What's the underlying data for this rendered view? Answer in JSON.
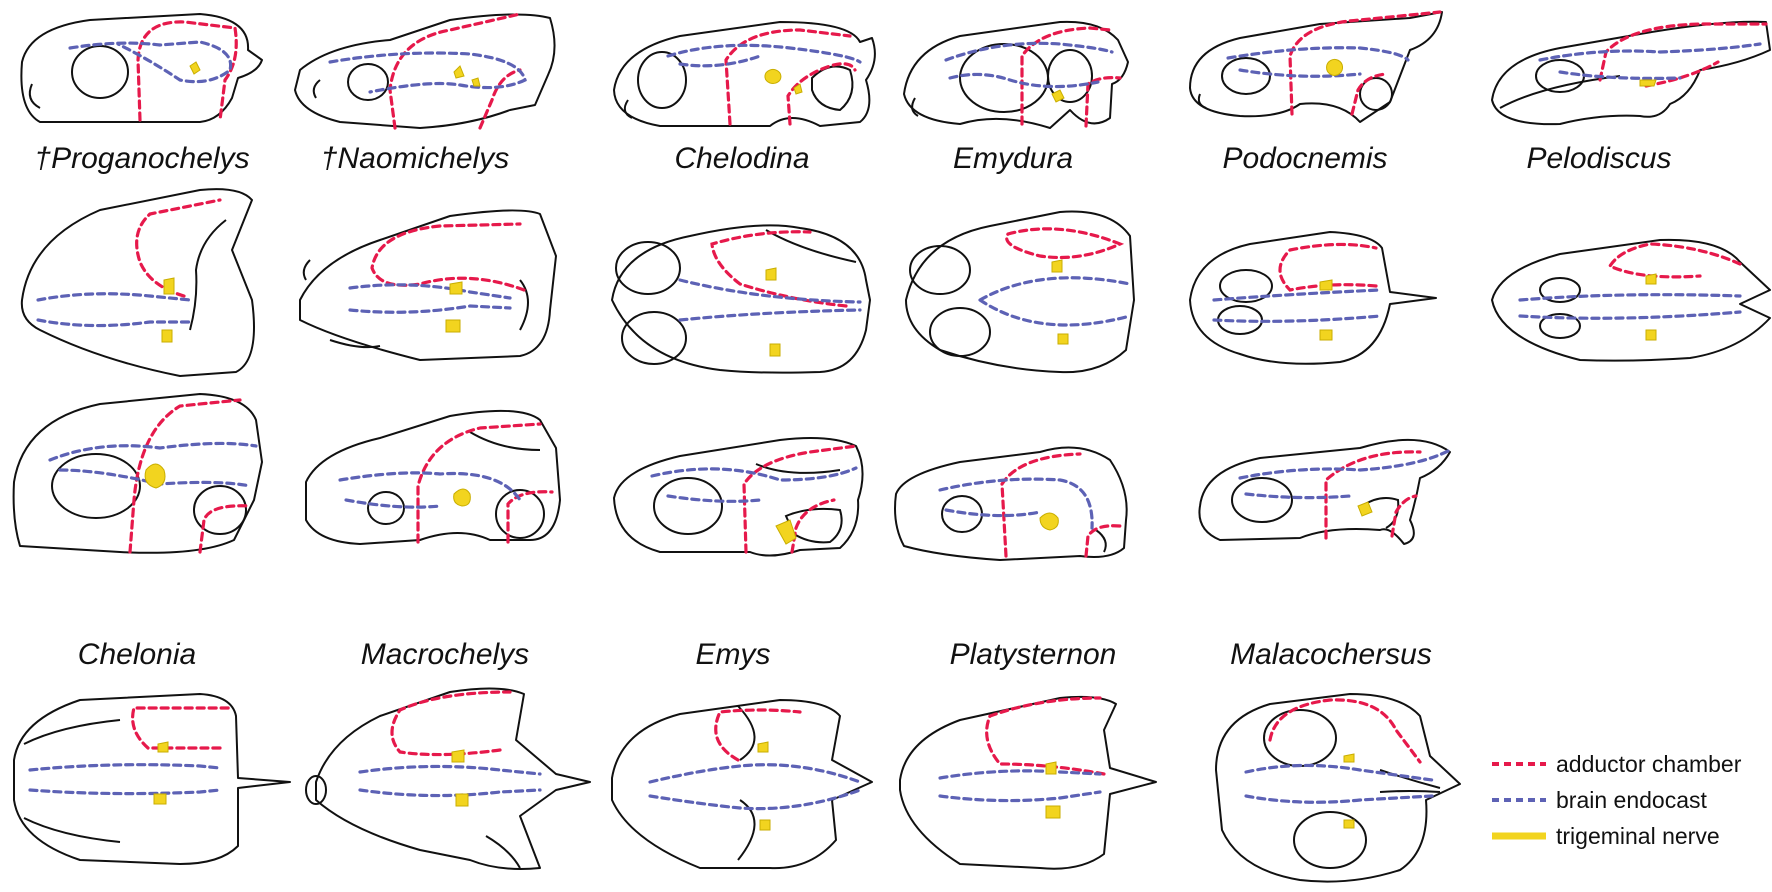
{
  "species": {
    "proganochelys": "†Proganochelys",
    "naomichelys": "†Naomichelys",
    "chelodina": "Chelodina",
    "emydura": "Emydura",
    "podocnemis": "Podocnemis",
    "pelodiscus": "Pelodiscus",
    "chelonia": "Chelonia",
    "macrochelys": "Macrochelys",
    "emys": "Emys",
    "platysternon": "Platysternon",
    "malacochersus": "Malacochersus"
  },
  "legend": {
    "adductor": "adductor chamber",
    "brain": "brain endocast",
    "nerve": "trigeminal nerve"
  },
  "colors": {
    "adductor": "#e6194b",
    "brain": "#5d62b5",
    "nerve": "#f2d41f",
    "outline": "#111111"
  }
}
